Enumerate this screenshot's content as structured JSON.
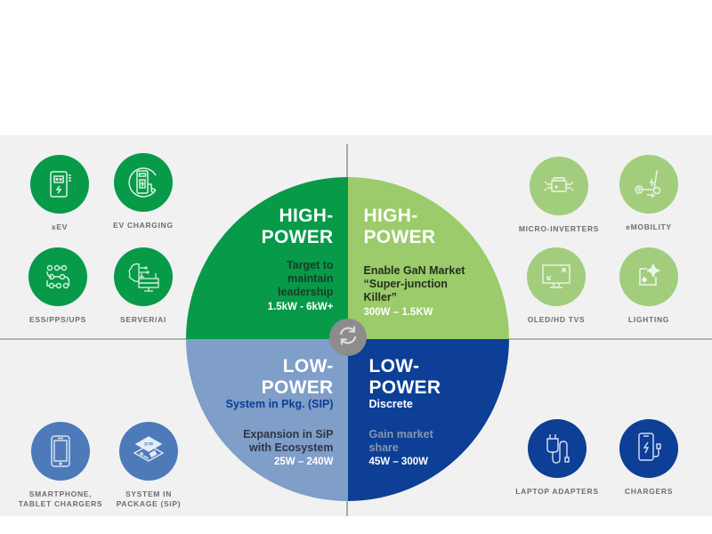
{
  "colors": {
    "high_power_dark_green": "#079a49",
    "high_power_light_green": "#9bcb6a",
    "low_power_light_blue": "#7f9ec8",
    "low_power_dark_blue": "#0c3f95",
    "panel_bg": "#f1f1f1",
    "label_gray": "#6d6d6d"
  },
  "quadrants": {
    "top_left": {
      "title_line1": "HIGH-",
      "title_line2": "POWER",
      "desc_lines": [
        "Target to",
        "maintain",
        "leadership"
      ],
      "range": "1.5kW - 6kW+"
    },
    "top_right": {
      "title_line1": "HIGH-",
      "title_line2": "POWER",
      "desc_lines": [
        "Enable GaN Market",
        "“Super-junction",
        "Killer”"
      ],
      "range": "300W – 1.5KW"
    },
    "bottom_left": {
      "title_line1": "LOW-",
      "title_line2": "POWER",
      "subtitle": "System in Pkg. (SIP)",
      "desc_lines": [
        "Expansion in SiP",
        "with Ecosystem"
      ],
      "range": "25W – 240W"
    },
    "bottom_right": {
      "title_line1": "LOW-",
      "title_line2": "POWER",
      "subtitle": "Discrete",
      "desc_lines": [
        "Gain market",
        "share"
      ],
      "range": "45W – 300W"
    }
  },
  "center": {
    "icon": "refresh-cycle-icon"
  },
  "applications": {
    "top_left": [
      {
        "label": "xEV",
        "icon": "ev-inverter-icon"
      },
      {
        "label": "EV CHARGING",
        "icon": "ev-charging-station-icon"
      },
      {
        "label": "ESS/PPS/UPS",
        "icon": "circuit-board-icon"
      },
      {
        "label": "SERVER/AI",
        "icon": "server-ai-icon"
      }
    ],
    "top_right": [
      {
        "label": "MICRO-INVERTERS",
        "icon": "micro-inverter-icon"
      },
      {
        "label": "eMOBILITY",
        "icon": "e-scooter-icon"
      },
      {
        "label": "OLED/HD TVS",
        "icon": "tv-monitor-icon"
      },
      {
        "label": "LIGHTING",
        "icon": "sparkle-light-icon"
      }
    ],
    "bottom_left": [
      {
        "label_line1": "SMARTPHONE,",
        "label_line2": "TABLET CHARGERS",
        "icon": "tablet-icon"
      },
      {
        "label_line1": "SYSTEM IN",
        "label_line2": "PACKAGE (SiP)",
        "icon": "sip-chip-icon",
        "badge": "SiP"
      }
    ],
    "bottom_right": [
      {
        "label": "LAPTOP ADAPTERS",
        "icon": "power-plug-icon"
      },
      {
        "label": "CHARGERS",
        "icon": "phone-charger-icon"
      }
    ]
  }
}
